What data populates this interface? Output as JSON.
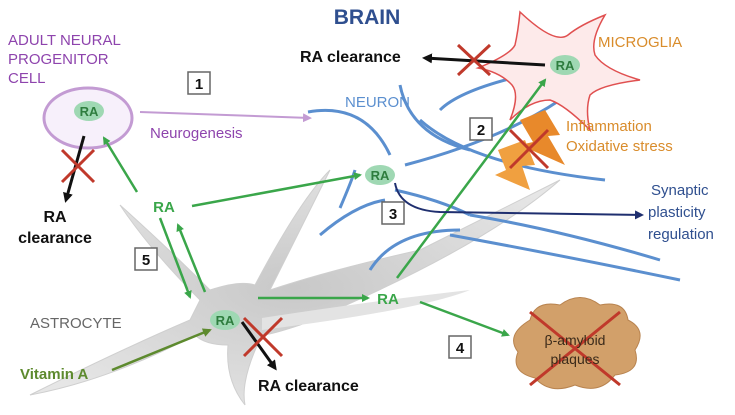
{
  "title": "BRAIN",
  "labels": {
    "progenitor": [
      "ADULT NEURAL",
      "PROGENITOR",
      "CELL"
    ],
    "neurogenesis": "Neurogenesis",
    "neuron": "NEURON",
    "microglia": "MICROGLIA",
    "inflammation": "Inflammation",
    "oxidative": "Oxidative stress",
    "synaptic": [
      "Synaptic",
      "plasticity",
      "regulation"
    ],
    "astrocyte": "ASTROCYTE",
    "vitamin_a": "Vitamin A",
    "amyloid": [
      "β-amyloid",
      "plaques"
    ]
  },
  "ra": "RA",
  "ra_clearance": "RA clearance",
  "ra_clearance_split": [
    "RA",
    "clearance"
  ],
  "steps": [
    "1",
    "2",
    "3",
    "4",
    "5"
  ],
  "colors": {
    "title": "#2f4f8f",
    "purple": "#8e44ad",
    "neuron": "#5b8fcf",
    "microglia": "#e05050",
    "orange": "#d98c2b",
    "green": "#3aa64a",
    "ra_fill": "#9fd8b3",
    "navy": "#1f2f6f",
    "astrocyte": "#d9d9d9",
    "olive": "#5d8a2e",
    "cross": "#c0392b",
    "plaque": "#d2a06a"
  }
}
